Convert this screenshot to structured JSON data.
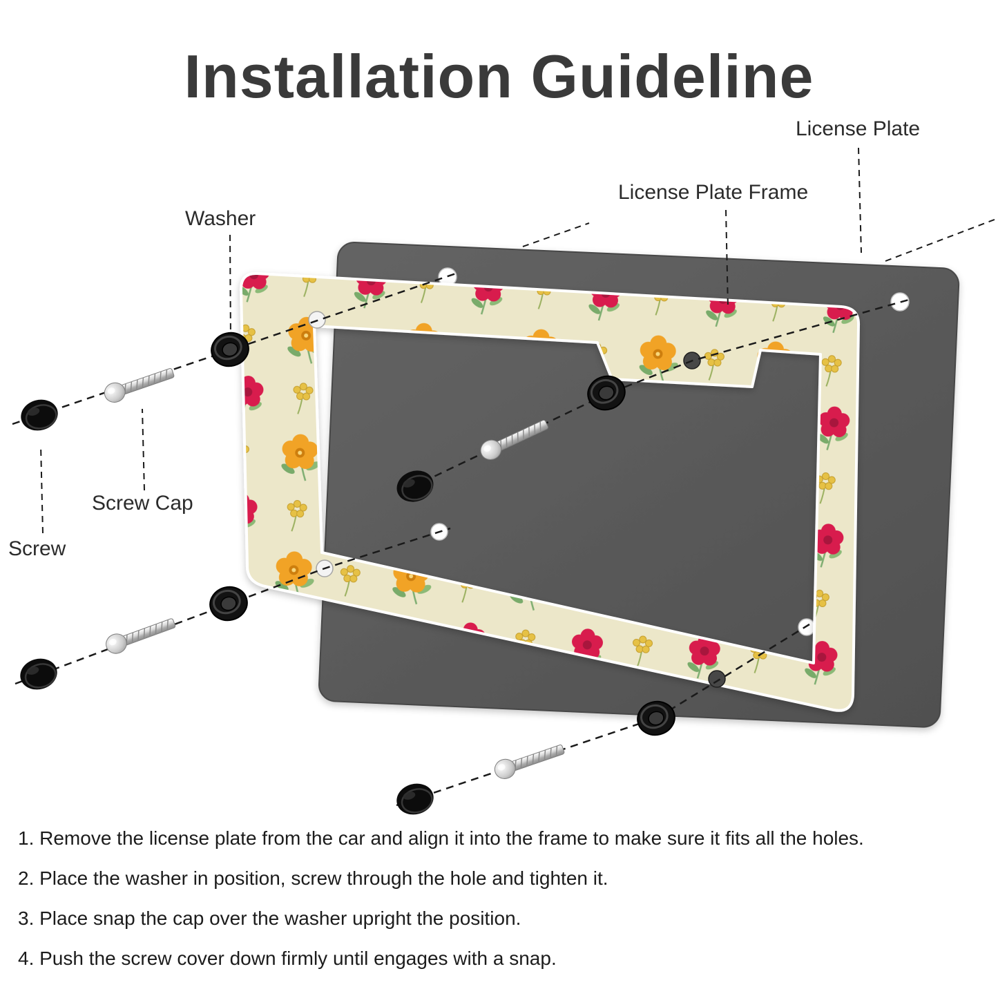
{
  "title": "Installation Guideline",
  "labels": {
    "license_plate": "License Plate",
    "license_plate_frame": "License Plate Frame",
    "washer": "Washer",
    "screw_cap": "Screw Cap",
    "screw": "Screw"
  },
  "instructions": [
    "1. Remove the license plate from the car and align it into the frame to make sure it fits all the holes.",
    "2. Place the washer in position, screw through the hole and tighten it.",
    "3. Place snap the cap over the washer upright the position.",
    "4. Push the screw cover down firmly until engages with a snap."
  ],
  "colors": {
    "plate_gray": "#585858",
    "frame_base_cream": "#ece7c9",
    "flower_red": "#d81e4e",
    "flower_orange": "#f1a326",
    "berry_yellow": "#e6c145",
    "leaf_green": "#79ab6b",
    "title_text": "#3a3a3a"
  }
}
